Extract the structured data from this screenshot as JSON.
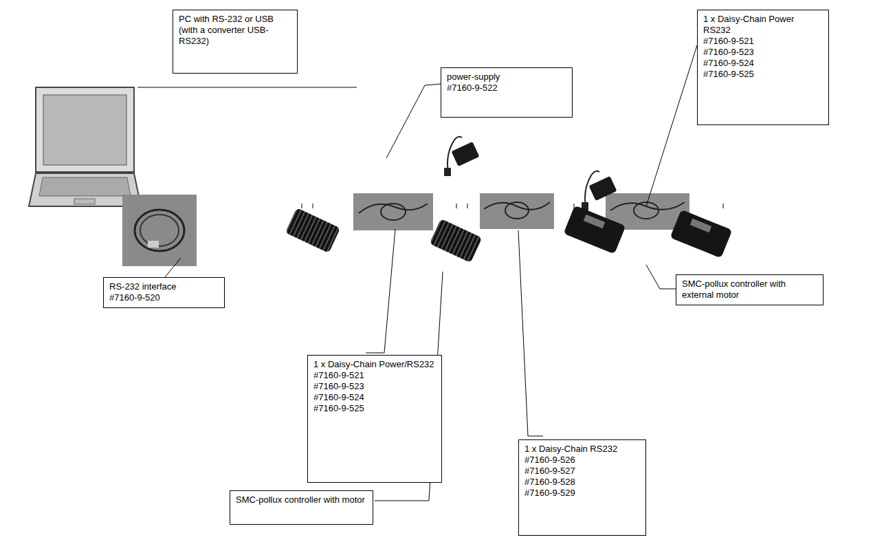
{
  "diagram": {
    "nodes": [
      {
        "text": [
          "PC with RS-232 or USB (with a converter USB-RS232)"
        ]
      },
      {
        "text": [
          "power-supply",
          "#7160-9-522"
        ]
      },
      {
        "text": [
          "1 x Daisy-Chain Power RS232",
          "#7160-9-521",
          "#7160-9-523",
          "#7160-9-524",
          "#7160-9-525"
        ]
      },
      {
        "text": [
          "RS-232 interface",
          "#7160-9-520"
        ]
      },
      {
        "text": [
          "1 x Daisy-Chain Power/RS232",
          "#7160-9-521",
          "#7160-9-523",
          "#7160-9-524",
          "#7160-9-525"
        ]
      },
      {
        "text": [
          "SMC-pollux controller with external motor"
        ]
      },
      {
        "text": [
          "SMC-pollux controller with motor"
        ]
      },
      {
        "text": [
          "1 x Daisy-Chain RS232",
          "#7160-9-526",
          "#7160-9-527",
          "#7160-9-528",
          "#7160-9-529"
        ]
      }
    ]
  }
}
